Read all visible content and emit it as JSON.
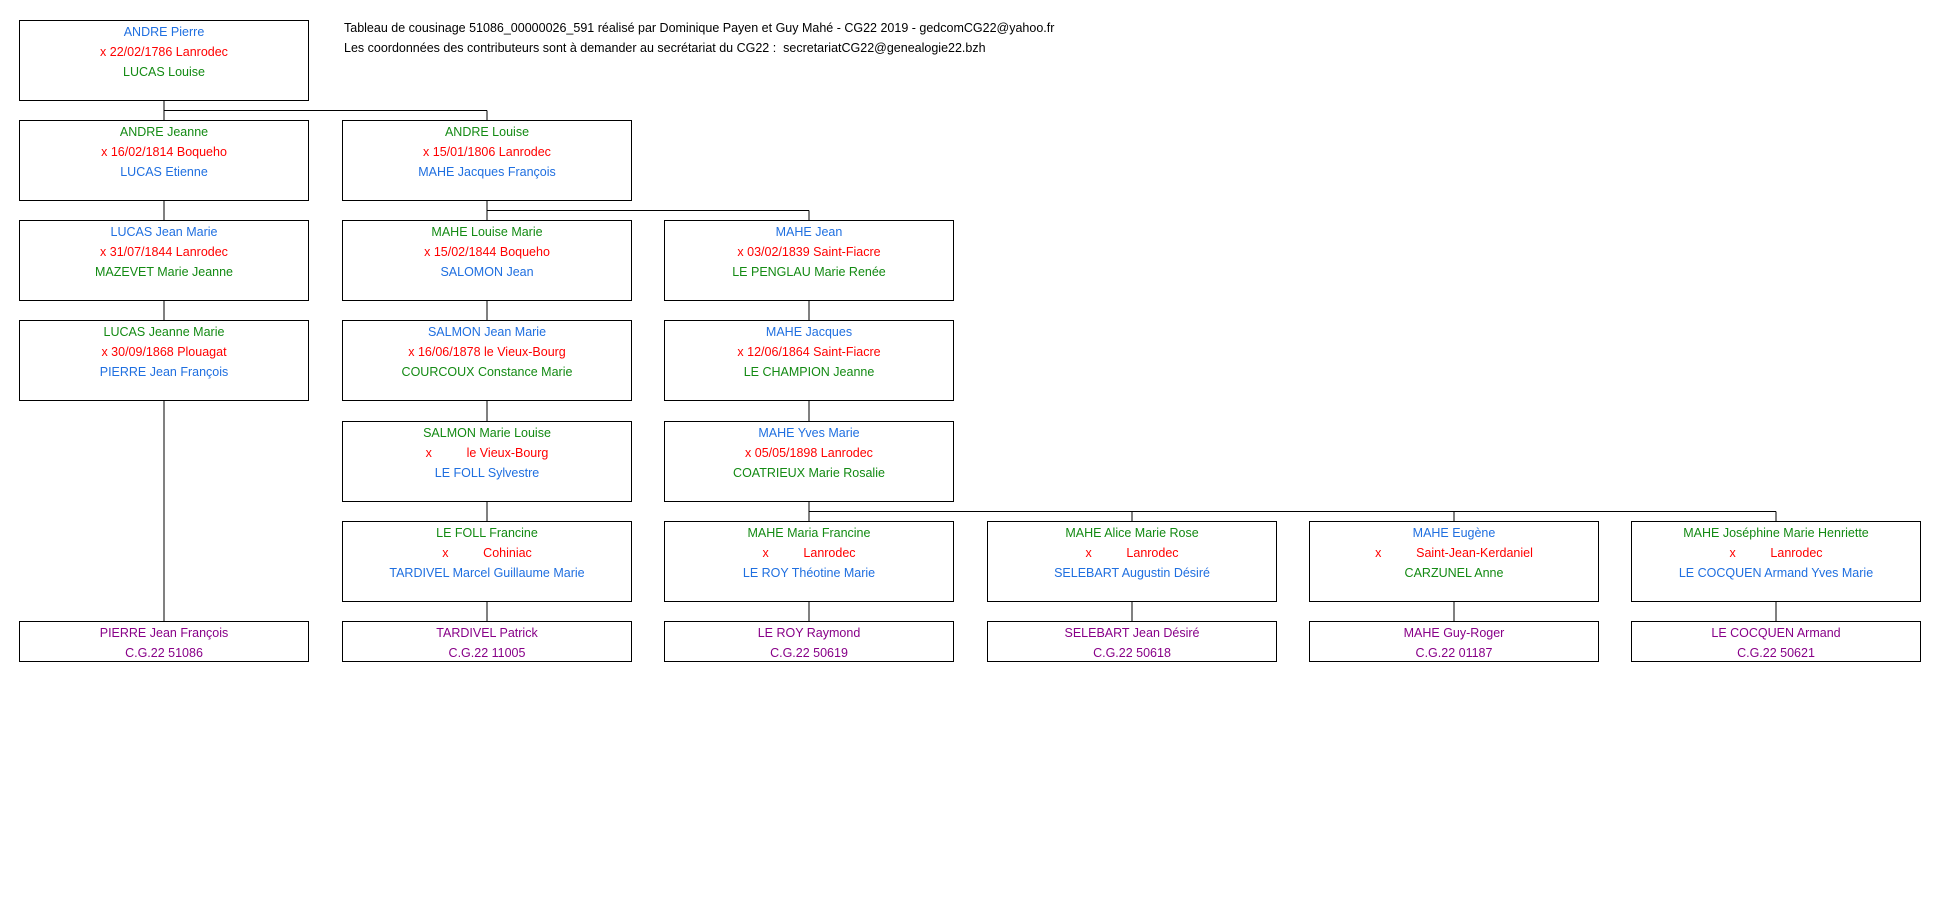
{
  "header": {
    "line1": "Tableau de cousinage 51086_00000026_591 réalisé par Dominique Payen et Guy Mahé - CG22 2019 - gedcomCG22@yahoo.fr",
    "line2": "Les coordonnées des contributeurs sont à demander au secrétariat du CG22 :  secretariatCG22@genealogie22.bzh"
  },
  "colors": {
    "blue": "#1f6fe0",
    "green": "#138a13",
    "red": "#ff0000",
    "purple": "#880088",
    "line": "#000000"
  },
  "boxes": [
    {
      "lines": [
        {
          "t": "ANDRE Pierre",
          "c": "blue"
        },
        {
          "t": "x 22/02/1786 Lanrodec",
          "c": "red"
        },
        {
          "t": "LUCAS Louise",
          "c": "green"
        }
      ]
    },
    {
      "lines": [
        {
          "t": "ANDRE Jeanne",
          "c": "green"
        },
        {
          "t": "x 16/02/1814 Boqueho",
          "c": "red"
        },
        {
          "t": "LUCAS Etienne",
          "c": "blue"
        }
      ]
    },
    {
      "lines": [
        {
          "t": "ANDRE Louise",
          "c": "green"
        },
        {
          "t": "x 15/01/1806 Lanrodec",
          "c": "red"
        },
        {
          "t": "MAHE Jacques François",
          "c": "blue"
        }
      ]
    },
    {
      "lines": [
        {
          "t": "LUCAS Jean Marie",
          "c": "blue"
        },
        {
          "t": "x 31/07/1844 Lanrodec",
          "c": "red"
        },
        {
          "t": "MAZEVET Marie Jeanne",
          "c": "green"
        }
      ]
    },
    {
      "lines": [
        {
          "t": "MAHE Louise Marie",
          "c": "green"
        },
        {
          "t": "x 15/02/1844 Boqueho",
          "c": "red"
        },
        {
          "t": "SALOMON Jean",
          "c": "blue"
        }
      ]
    },
    {
      "lines": [
        {
          "t": "MAHE Jean",
          "c": "blue"
        },
        {
          "t": "x 03/02/1839 Saint-Fiacre",
          "c": "red"
        },
        {
          "t": "LE PENGLAU Marie Renée",
          "c": "green"
        }
      ]
    },
    {
      "lines": [
        {
          "t": "LUCAS Jeanne Marie",
          "c": "green"
        },
        {
          "t": "x 30/09/1868 Plouagat",
          "c": "red"
        },
        {
          "t": "PIERRE Jean François",
          "c": "blue"
        }
      ]
    },
    {
      "lines": [
        {
          "t": "SALMON Jean Marie",
          "c": "blue"
        },
        {
          "t": "x 16/06/1878 le Vieux-Bourg",
          "c": "red"
        },
        {
          "t": "COURCOUX Constance Marie",
          "c": "green"
        }
      ]
    },
    {
      "lines": [
        {
          "t": "MAHE Jacques",
          "c": "blue"
        },
        {
          "t": "x 12/06/1864 Saint-Fiacre",
          "c": "red"
        },
        {
          "t": "LE CHAMPION Jeanne",
          "c": "green"
        }
      ]
    },
    {
      "lines": [
        {
          "t": "SALMON Marie Louise",
          "c": "green"
        },
        {
          "t": "x          le Vieux-Bourg",
          "c": "red"
        },
        {
          "t": "LE FOLL Sylvestre",
          "c": "blue"
        }
      ]
    },
    {
      "lines": [
        {
          "t": "MAHE Yves Marie",
          "c": "blue"
        },
        {
          "t": "x 05/05/1898 Lanrodec",
          "c": "red"
        },
        {
          "t": "COATRIEUX Marie Rosalie",
          "c": "green"
        }
      ]
    },
    {
      "lines": [
        {
          "t": "LE FOLL Francine",
          "c": "green"
        },
        {
          "t": "x          Cohiniac",
          "c": "red"
        },
        {
          "t": "TARDIVEL Marcel Guillaume Marie",
          "c": "blue"
        }
      ]
    },
    {
      "lines": [
        {
          "t": "MAHE Maria Francine",
          "c": "green"
        },
        {
          "t": "x          Lanrodec",
          "c": "red"
        },
        {
          "t": "LE ROY Théotine Marie",
          "c": "blue"
        }
      ]
    },
    {
      "lines": [
        {
          "t": "MAHE Alice Marie Rose",
          "c": "green"
        },
        {
          "t": "x          Lanrodec",
          "c": "red"
        },
        {
          "t": "SELEBART Augustin Désiré",
          "c": "blue"
        }
      ]
    },
    {
      "lines": [
        {
          "t": "MAHE Eugène",
          "c": "blue"
        },
        {
          "t": "x          Saint-Jean-Kerdaniel",
          "c": "red"
        },
        {
          "t": "CARZUNEL Anne",
          "c": "green"
        }
      ]
    },
    {
      "lines": [
        {
          "t": "MAHE Joséphine Marie Henriette",
          "c": "green"
        },
        {
          "t": "x          Lanrodec",
          "c": "red"
        },
        {
          "t": "LE COCQUEN Armand Yves Marie",
          "c": "blue"
        }
      ]
    },
    {
      "lines": [
        {
          "t": "PIERRE Jean François",
          "c": "purple"
        },
        {
          "t": "C.G.22 51086",
          "c": "purple"
        }
      ]
    },
    {
      "lines": [
        {
          "t": "TARDIVEL Patrick",
          "c": "purple"
        },
        {
          "t": "C.G.22 11005",
          "c": "purple"
        }
      ]
    },
    {
      "lines": [
        {
          "t": "LE ROY Raymond",
          "c": "purple"
        },
        {
          "t": "C.G.22 50619",
          "c": "purple"
        }
      ]
    },
    {
      "lines": [
        {
          "t": "SELEBART Jean Désiré",
          "c": "purple"
        },
        {
          "t": "C.G.22 50618",
          "c": "purple"
        }
      ]
    },
    {
      "lines": [
        {
          "t": "MAHE Guy-Roger",
          "c": "purple"
        },
        {
          "t": "C.G.22 01187",
          "c": "purple"
        }
      ]
    },
    {
      "lines": [
        {
          "t": "LE COCQUEN Armand",
          "c": "purple"
        },
        {
          "t": "C.G.22 50621",
          "c": "purple"
        }
      ]
    }
  ]
}
